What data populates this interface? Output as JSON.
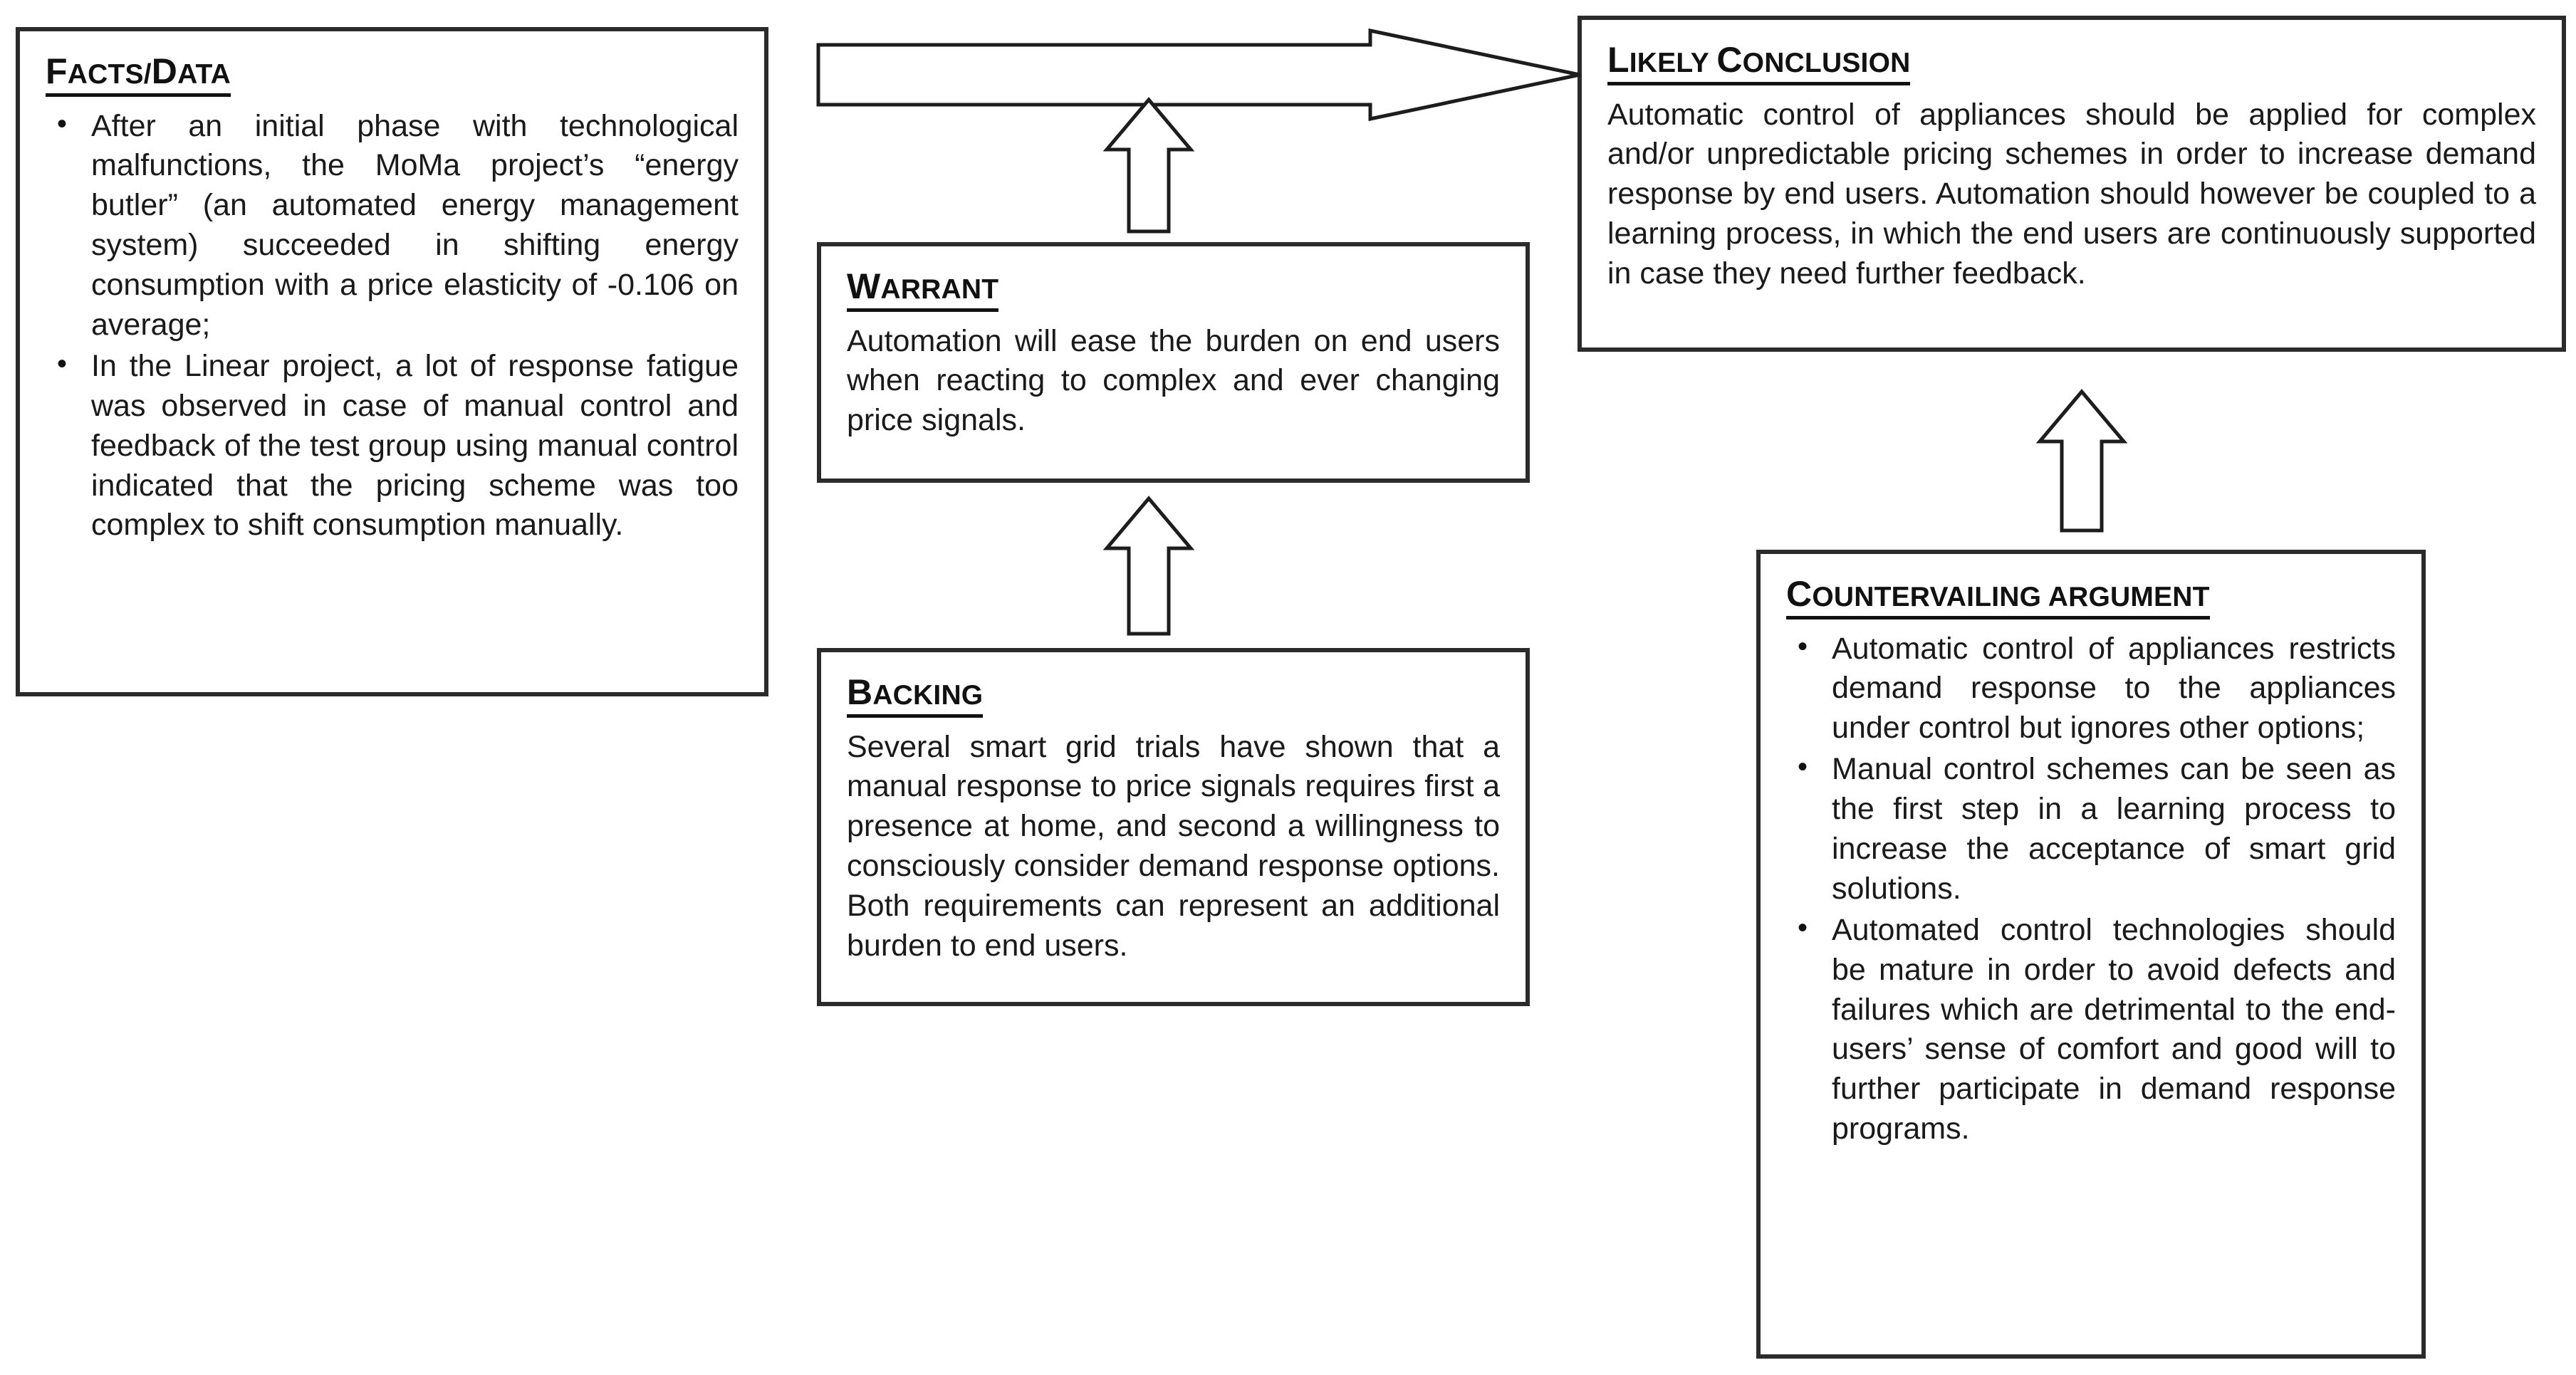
{
  "diagram": {
    "type": "toulmin-argument-map",
    "nodes": {
      "facts": {
        "title_lead": "F",
        "title_rest": "ACTS/",
        "title_lead2": "D",
        "title_rest2": "ATA",
        "title_plain": "Facts/Data",
        "bullets": [
          "After an initial phase with technological malfunctions, the MoMa project’s “energy butler” (an automated energy management system) succeeded in shifting energy consumption with a price elasticity of -0.106 on average;",
          "In the Linear project, a lot of response fatigue was observed in case of manual control and feedback of the test group using manual control indicated that the pricing scheme was too complex to shift consumption manually."
        ]
      },
      "warrant": {
        "title_lead": "W",
        "title_rest": "ARRANT",
        "title_plain": "Warrant",
        "text": "Automation will ease the burden on end users when reacting to complex and ever changing price signals."
      },
      "backing": {
        "title_lead": "B",
        "title_rest": "ACKING",
        "title_plain": "Backing",
        "text": "Several smart grid trials have shown that a manual response to price signals requires first a presence at home, and second a willingness to consciously consider demand response options. Both requirements can represent an additional burden to end users."
      },
      "conclusion": {
        "title_lead": "L",
        "title_rest": "IKELY ",
        "title_lead2": "C",
        "title_rest2": "ONCLUSION",
        "title_plain": "Likely Conclusion",
        "text": "Automatic control of appliances should be applied for complex and/or unpredictable pricing schemes in order to increase demand response by end users. Automation should however be coupled to a learning process, in which the end users are continuously supported in case they need further feedback."
      },
      "countervailing": {
        "title_lead": "C",
        "title_rest": "OUNTERVAILING ARGUMENT",
        "title_plain": "Countervailing argument",
        "bullets": [
          "Automatic control of appliances restricts demand response to the appliances under control but ignores other options;",
          "Manual control schemes can be seen as the first step in a learning process to increase the acceptance of smart grid solutions.",
          "Automated control technologies should be mature in order to avoid defects and failures which are detrimental to the end-users’ sense of comfort and good will to further participate in demand response programs."
        ]
      }
    },
    "connectors": [
      {
        "name": "facts-to-conclusion-arrow",
        "direction": "right",
        "from": "facts",
        "to": "conclusion"
      },
      {
        "name": "warrant-to-main-arrow",
        "direction": "up",
        "from": "warrant",
        "to": "facts-to-conclusion-arrow"
      },
      {
        "name": "backing-to-warrant-arrow",
        "direction": "up",
        "from": "backing",
        "to": "warrant"
      },
      {
        "name": "countervailing-to-conclusion-arrow",
        "direction": "up",
        "from": "countervailing",
        "to": "conclusion"
      }
    ],
    "colors": {
      "border": "#2b2b2b",
      "text": "#1a1a1a",
      "arrow_stroke": "#1d1d1d",
      "arrow_fill": "#ffffff",
      "background": "#ffffff"
    }
  }
}
